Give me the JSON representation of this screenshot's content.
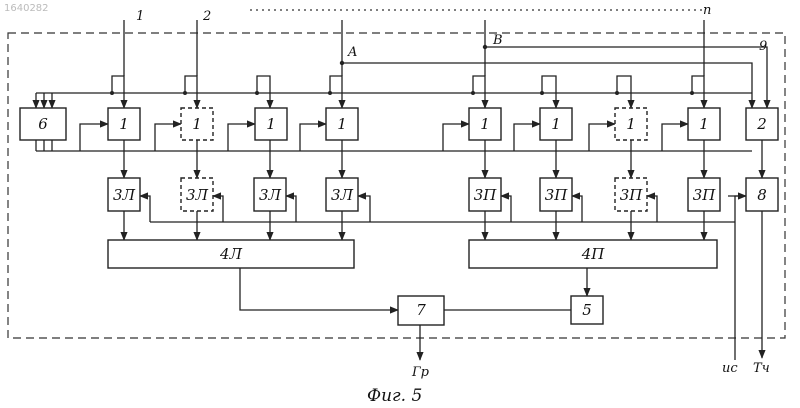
{
  "doc_number": "1640282",
  "inputs": [
    "1",
    "2",
    "n"
  ],
  "bus_labels": {
    "a": "A",
    "b": "B",
    "frame_ref": "9"
  },
  "blocks": {
    "left_units": [
      "1",
      "1",
      "1",
      "1"
    ],
    "right_units": [
      "1",
      "1",
      "1",
      "1"
    ],
    "left_regs": [
      "3Л",
      "3Л",
      "3Л",
      "3Л"
    ],
    "right_regs": [
      "3П",
      "3П",
      "3П",
      "3П"
    ],
    "block2": "2",
    "block6": "6",
    "block8": "8",
    "block4l": "4Л",
    "block4p": "4П",
    "block5": "5",
    "block7": "7"
  },
  "outputs": {
    "gr": "Гр",
    "us": "ис",
    "tch": "Тч"
  },
  "caption": "Фиг. 5"
}
